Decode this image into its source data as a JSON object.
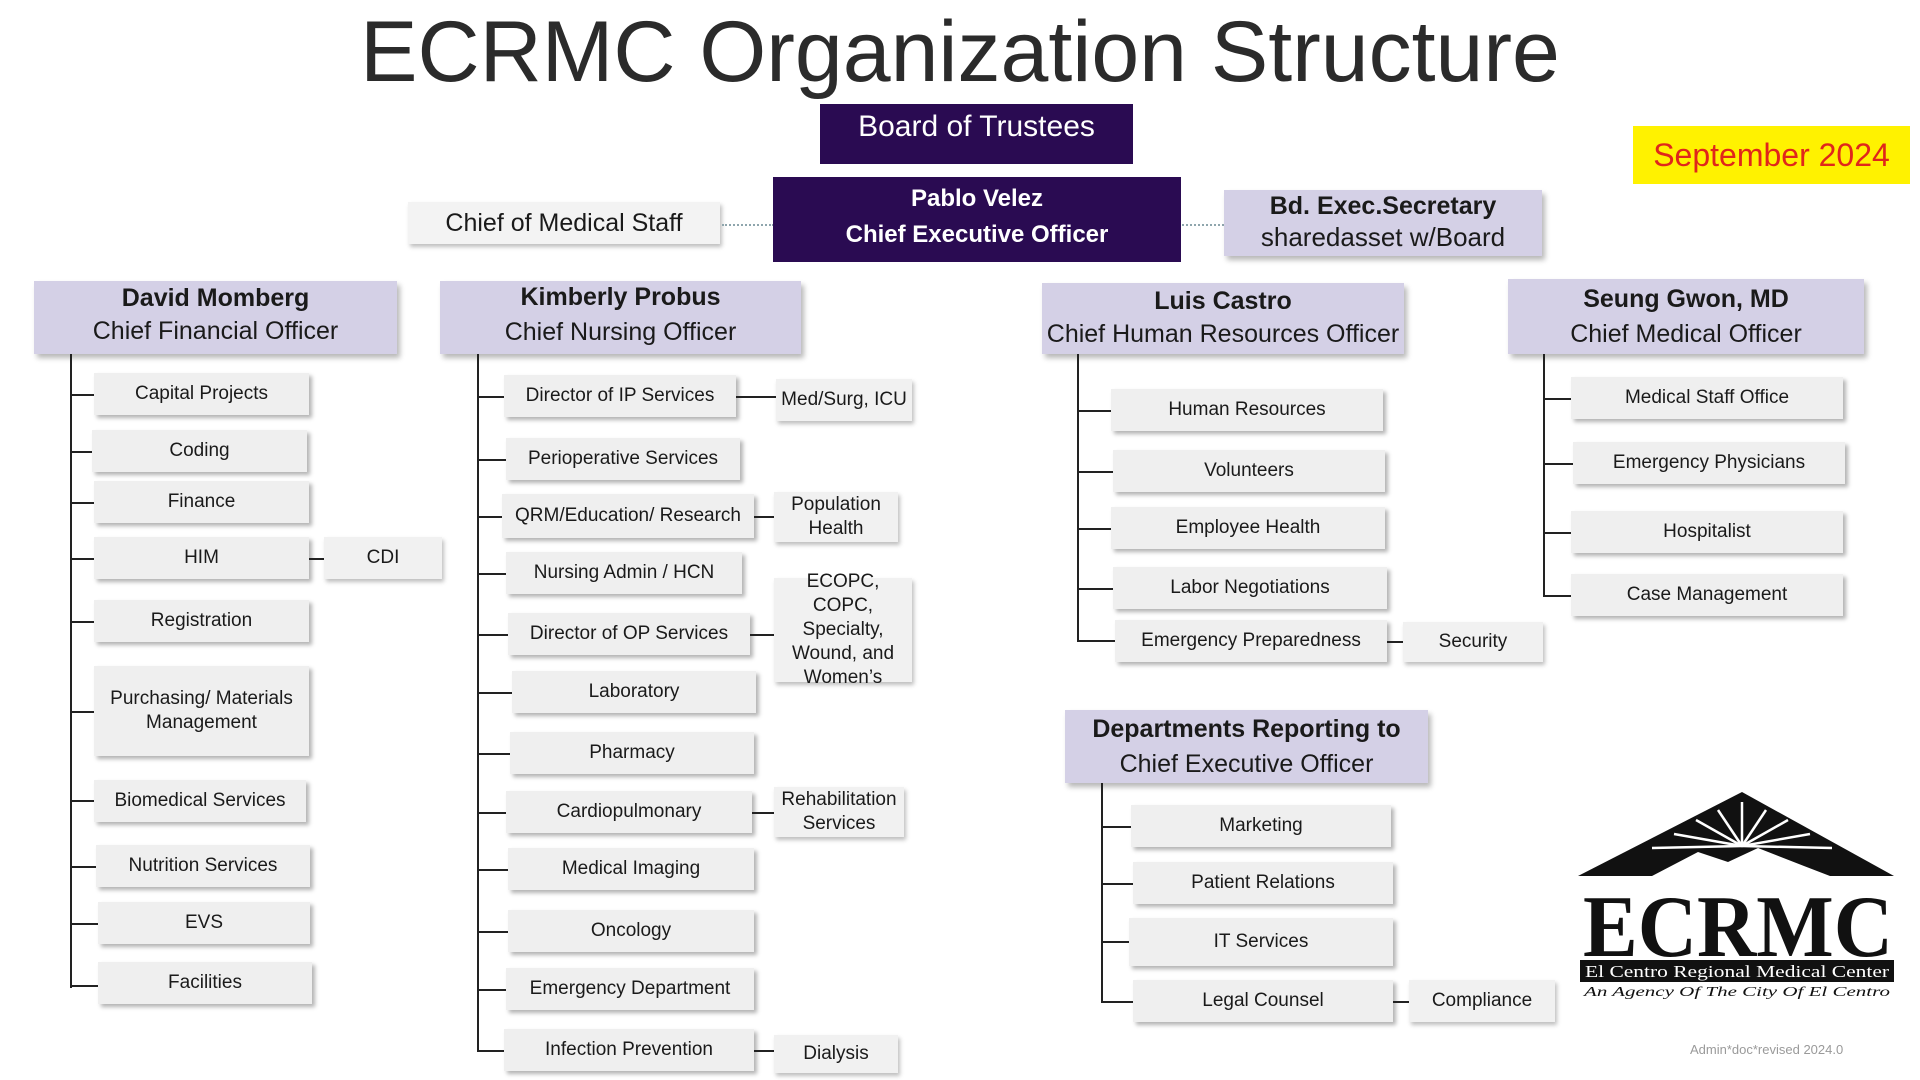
{
  "title": "ECRMC Organization Structure",
  "board": "Board of Trustees",
  "date_badge": "September 2024",
  "ceo": {
    "name": "Pablo Velez",
    "role": "Chief Executive Officer"
  },
  "chief_medical_staff": "Chief of Medical Staff",
  "secretary": {
    "name": "Bd. Exec.Secretary",
    "role": "sharedasset w/Board"
  },
  "cfo": {
    "name": "David Momberg",
    "role": "Chief Financial Officer",
    "items": [
      "Capital Projects",
      "Coding",
      "Finance",
      "HIM",
      "Registration",
      "Purchasing/ Materials Management",
      "Biomedical Services",
      "Nutrition Services",
      "EVS",
      "Facilities"
    ],
    "him_side": "CDI"
  },
  "cno": {
    "name": "Kimberly Probus",
    "role": "Chief Nursing Officer",
    "items": [
      "Director of IP Services",
      "Perioperative Services",
      "QRM/Education/ Research",
      "Nursing Admin / HCN",
      "Director of OP Services",
      "Laboratory",
      "Pharmacy",
      "Cardiopulmonary",
      "Medical Imaging",
      "Oncology",
      "Emergency Department",
      "Infection Prevention"
    ],
    "side_items": [
      "Med/Surg, ICU",
      "Population Health",
      "ECOPC, COPC, Specialty, Wound, and Women’s",
      "Rehabilitation Services",
      "Dialysis"
    ]
  },
  "chro": {
    "name": "Luis Castro",
    "role": "Chief Human Resources Officer",
    "items": [
      "Human Resources",
      "Volunteers",
      "Employee Health",
      "Labor Negotiations",
      "Emergency Preparedness"
    ],
    "side": "Security"
  },
  "cmo": {
    "name": "Seung Gwon, MD",
    "role": "Chief Medical Officer",
    "items": [
      "Medical Staff Office",
      "Emergency Physicians",
      "Hospitalist",
      "Case Management"
    ]
  },
  "depts": {
    "title": "Departments Reporting to",
    "role": "Chief Executive Officer",
    "items": [
      "Marketing",
      "Patient Relations",
      "IT Services",
      "Legal Counsel"
    ],
    "side": "Compliance"
  },
  "logo": {
    "text": "ECRMC",
    "subtitle": "El Centro Regional Medical Center",
    "tagline": "An Agency Of The City Of El Centro"
  },
  "footer": "Admin*doc*revised 2024.0",
  "colors": {
    "board": "#2a0b52",
    "executive": "#d4d0e6",
    "badge_bg": "#fff200",
    "badge_text": "#e0261b"
  }
}
